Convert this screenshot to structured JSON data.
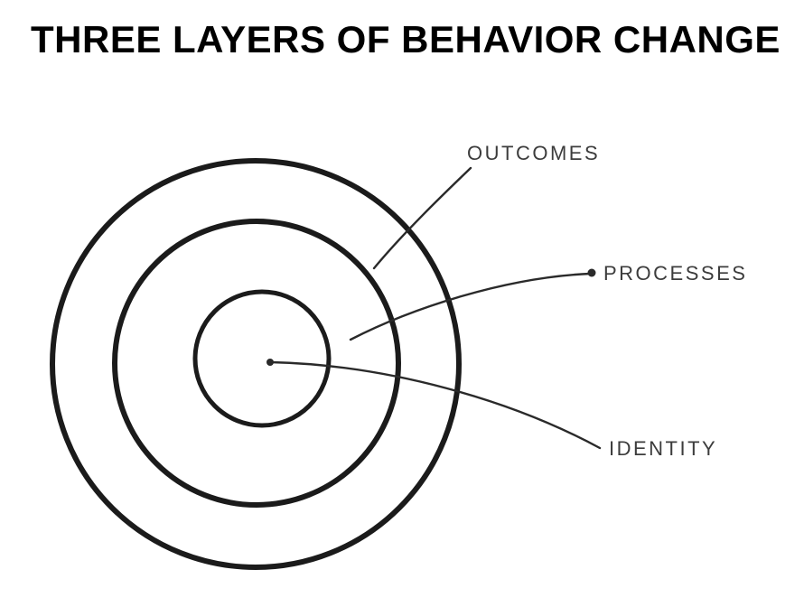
{
  "title": "THREE LAYERS OF BEHAVIOR CHANGE",
  "labels": {
    "outcomes": "OUTCOMES",
    "processes": "PROCESSES",
    "identity": "IDENTITY"
  },
  "diagram": {
    "type": "concentric-circles",
    "rings_outer_to_inner": [
      "OUTCOMES",
      "PROCESSES",
      "IDENTITY"
    ]
  },
  "colors": {
    "ink": "#1b1b1b",
    "connector": "#2a2a2a",
    "label_text": "#3c3c3c",
    "background": "#ffffff"
  }
}
